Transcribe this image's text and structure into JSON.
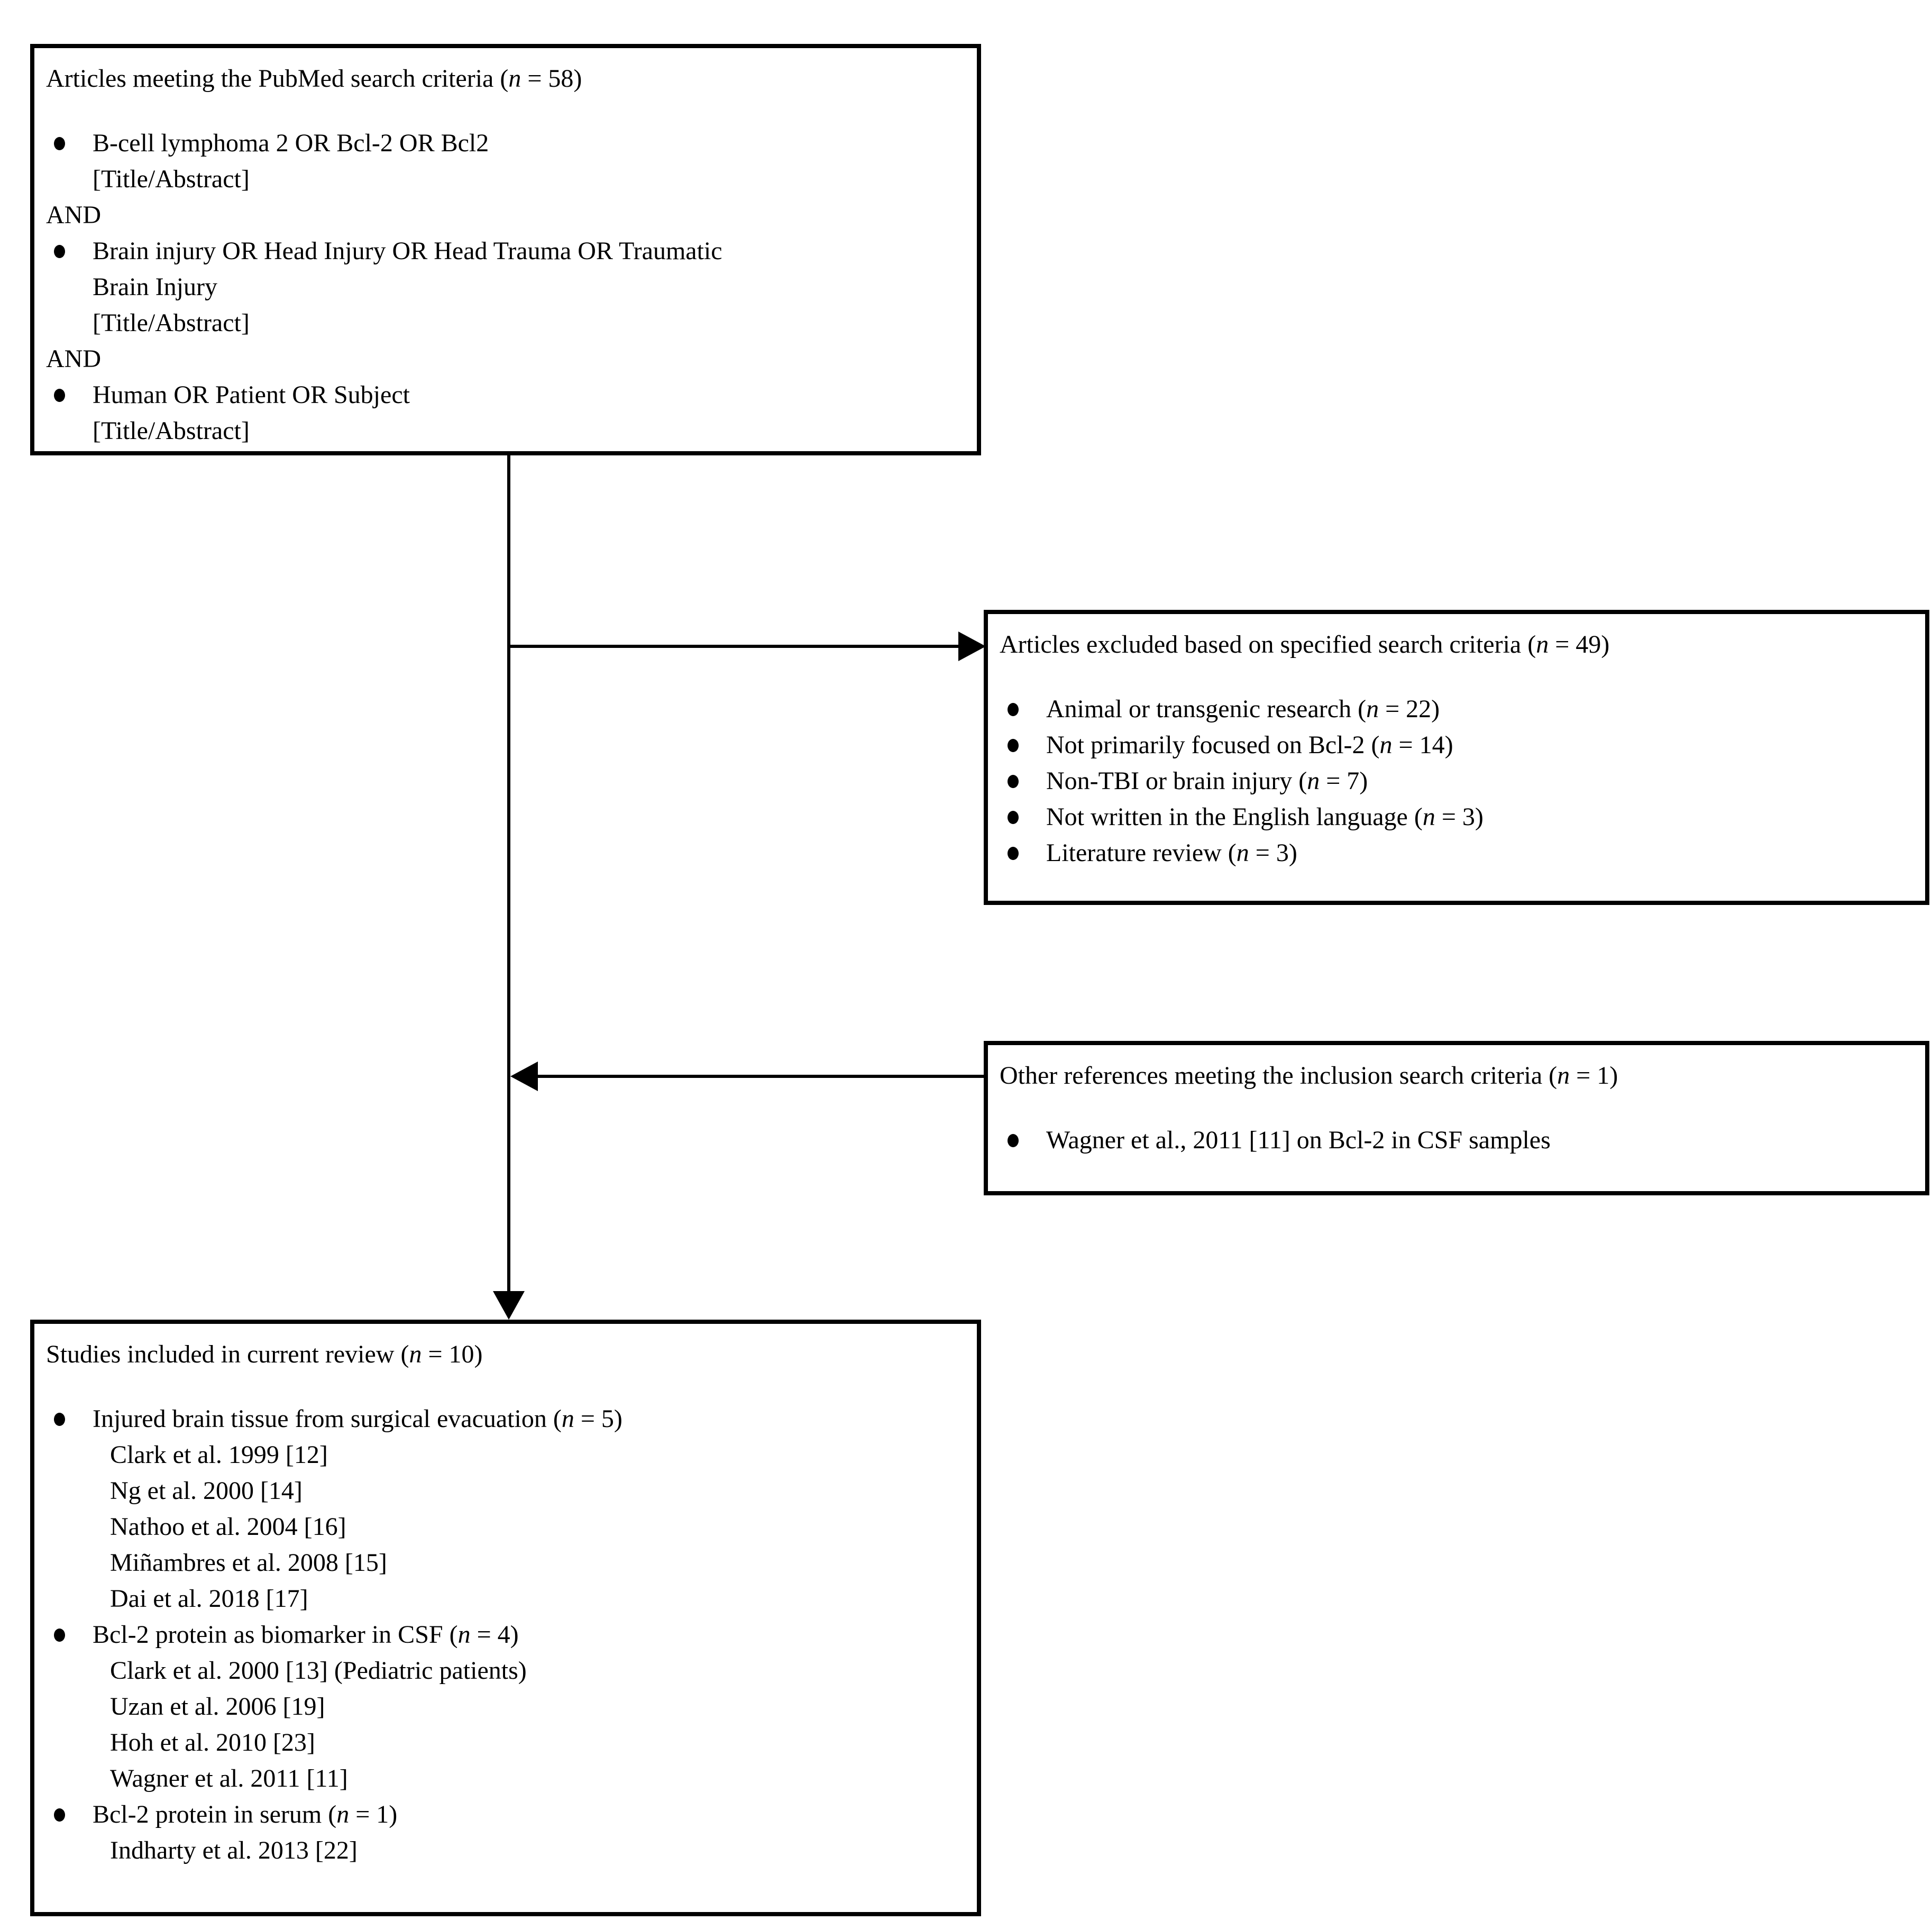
{
  "diagram": {
    "boxes": {
      "pubmed": {
        "title": "Articles meeting the PubMed search criteria (n = 58)",
        "operators": [
          "AND",
          "AND"
        ],
        "criteria": [
          {
            "lines": [
              "B-cell lymphoma 2 OR Bcl-2 OR Bcl2"
            ],
            "field_tag": "[Title/Abstract]"
          },
          {
            "lines": [
              "Brain injury OR Head Injury OR Head Trauma OR Traumatic",
              "Brain Injury"
            ],
            "field_tag": "[Title/Abstract]"
          },
          {
            "lines": [
              "Human OR Patient OR Subject"
            ],
            "field_tag": "[Title/Abstract]"
          }
        ]
      },
      "excluded": {
        "title": "Articles excluded based on specified search criteria (n = 49)",
        "reasons": [
          "Animal or transgenic research (n = 22)",
          "Not primarily focused on Bcl-2 (n = 14)",
          "Non-TBI or brain injury (n = 7)",
          "Not written in the English language (n = 3)",
          "Literature review (n = 3)"
        ]
      },
      "other_refs": {
        "title": "Other references meeting the inclusion search criteria (n = 1)",
        "references": [
          "Wagner et al., 2011 [11] on Bcl-2 in CSF samples"
        ]
      },
      "included": {
        "title": "Studies included in current review (n = 10)",
        "groups": [
          {
            "label": "Injured brain tissue from surgical evacuation (n = 5)",
            "studies": [
              "Clark et al. 1999 [12]",
              "Ng et al. 2000 [14]",
              "Nathoo et al. 2004 [16]",
              "Miñambres et al. 2008 [15]",
              "Dai et al. 2018 [17]"
            ]
          },
          {
            "label": "Bcl-2 protein as biomarker in CSF (n = 4)",
            "studies": [
              "Clark et al. 2000 [13] (Pediatric patients)",
              "Uzan et al. 2006 [19]",
              "Hoh et al. 2010 [23]",
              "Wagner et al. 2011 [11]"
            ]
          },
          {
            "label": "Bcl-2 protein in serum (n = 1)",
            "studies": [
              "Indharty et al. 2013 [22]"
            ]
          }
        ]
      }
    },
    "colors": {
      "ink": "#000000",
      "background": "#ffffff"
    }
  }
}
